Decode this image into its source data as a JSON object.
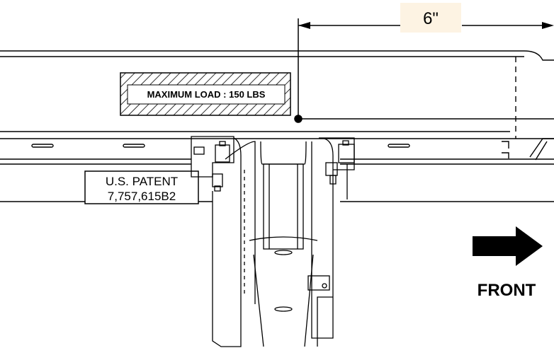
{
  "dimension": {
    "label": "6\"",
    "label_bg": "#fdf3e3"
  },
  "load_plate": {
    "text": "MAXIMUM LOAD : 150 LBS"
  },
  "patent": {
    "line1": "U.S. PATENT",
    "line2": "7,757,615B2"
  },
  "direction": {
    "label": "FRONT"
  },
  "colors": {
    "ink": "#000000",
    "paper": "#ffffff"
  }
}
